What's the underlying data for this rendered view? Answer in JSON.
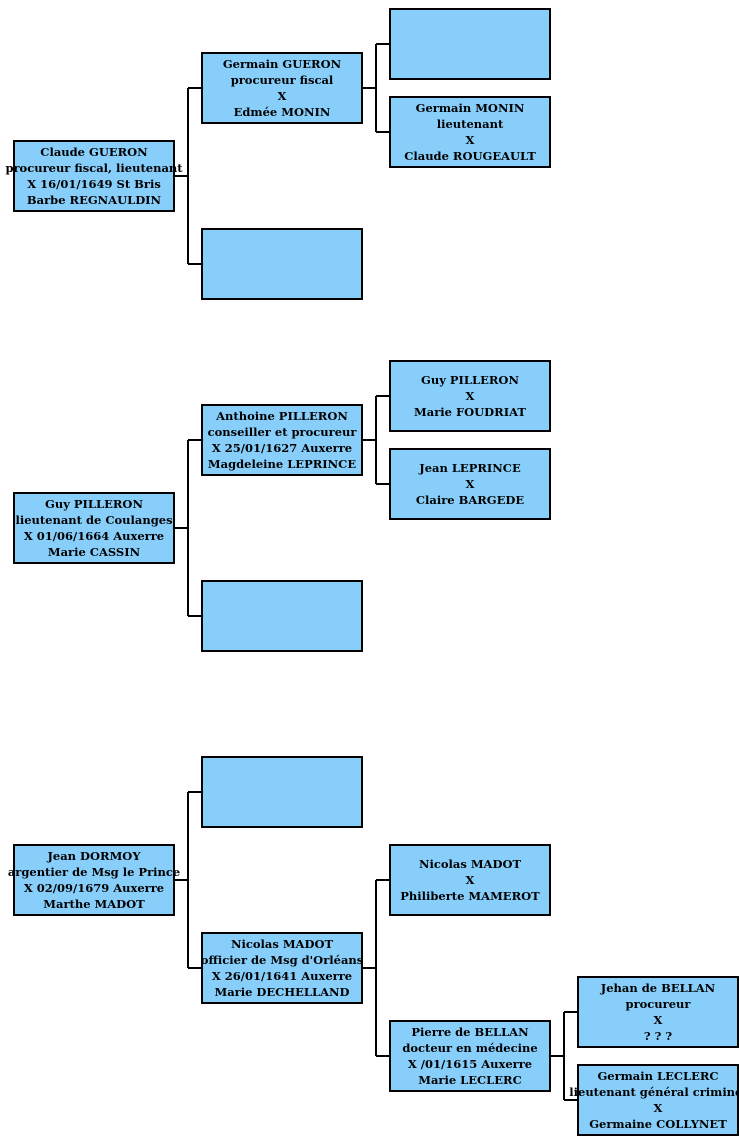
{
  "trees": [
    {
      "root": [
        "Claude GUERON",
        "procureur fiscal, lieutenant",
        "X  16/01/1649  St Bris",
        "Barbe REGNAULDIN"
      ],
      "father": [
        "Germain GUERON",
        "procureur fiscal",
        "X",
        "Edmée MONIN"
      ],
      "father_father": [],
      "father_mother": [
        "Germain MONIN",
        "lieutenant",
        "X",
        "Claude ROUGEAULT"
      ],
      "mother": []
    },
    {
      "root": [
        "Guy PILLERON",
        "lieutenant de Coulanges",
        "X  01/06/1664  Auxerre",
        "Marie CASSIN"
      ],
      "father": [
        "Anthoine PILLERON",
        "conseiller et procureur",
        "X  25/01/1627  Auxerre",
        "Magdeleine LEPRINCE"
      ],
      "father_father": [
        "Guy PILLERON",
        "X",
        "Marie FOUDRIAT"
      ],
      "father_mother": [
        "Jean LEPRINCE",
        "X",
        "Claire BARGEDE"
      ],
      "mother": []
    },
    {
      "root": [
        "Jean DORMOY",
        "argentier de Msg le Prince",
        "X  02/09/1679  Auxerre",
        "Marthe MADOT"
      ],
      "father": [],
      "mother": [
        "Nicolas MADOT",
        "officier de Msg d'Orléans",
        "X  26/01/1641  Auxerre",
        "Marie DECHELLAND"
      ],
      "mother_father": [
        "Nicolas MADOT",
        "X",
        "Philiberte MAMEROT"
      ],
      "mother_mother": [
        "Pierre de BELLAN",
        "docteur en médecine",
        "X  /01/1615  Auxerre",
        "Marie LECLERC"
      ],
      "mm_father": [
        "Jehan de BELLAN",
        "procureur",
        "X",
        "? ? ?"
      ],
      "mm_mother": [
        "Germain LECLERC",
        "lieutenant général criminel",
        "X",
        "Germaine COLLYNET"
      ]
    }
  ]
}
